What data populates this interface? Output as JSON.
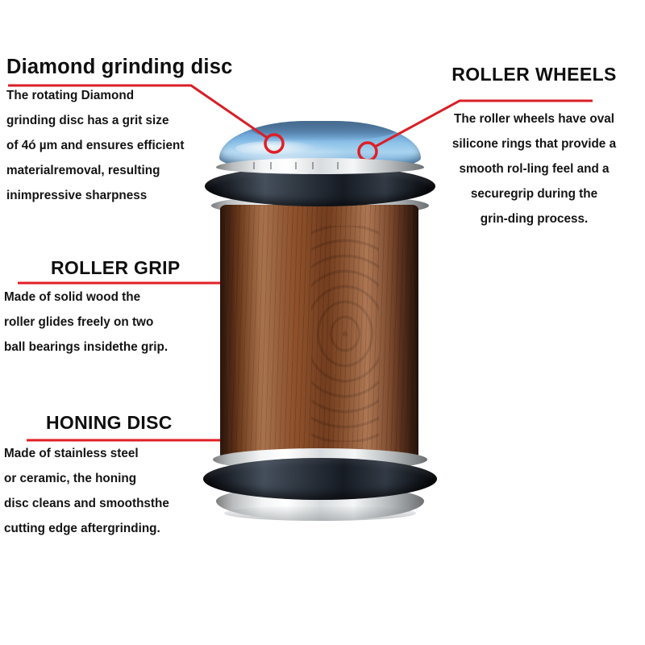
{
  "background_color": "#ffffff",
  "accent_color": "#d81f26",
  "text_color": "#111111",
  "callouts": {
    "diamond": {
      "title": "Diamond grinding disc",
      "lines": [
        "The rotating Diamond",
        "grinding disc has a grit size",
        "of 4ó µm and ensures efficient",
        "materialremoval, resulting",
        "inimpressive sharpness"
      ]
    },
    "wheels": {
      "title": "ROLLER WHEELS",
      "lines": [
        "The roller wheels have oval",
        "silicone rings that provide a",
        "smooth rol-ling feel and a",
        "securegrip during  the",
        "grin-ding process."
      ]
    },
    "grip": {
      "title": "ROLLER GRIP",
      "lines": [
        "Made of solid wood the",
        "roller glides freely on two",
        "ball bearings insidethe grip."
      ]
    },
    "honing": {
      "title": "HONING DISC",
      "lines": [
        "Made of stainless steel",
        "or ceramic, the honing",
        "disc cleans and smoothsthe",
        "cutting edge aftergrinding."
      ]
    }
  },
  "product": {
    "name": "wood-roller-sharpener",
    "parts": [
      "diamond-grinding-disc",
      "roller-wheel-silicone-ring",
      "wooden-roller-grip",
      "honing-disc"
    ],
    "wood_color": "#8a4c26",
    "disc_color": "#6ea6d8",
    "ring_color": "#1d222a",
    "chrome_color": "#d9dcde"
  }
}
